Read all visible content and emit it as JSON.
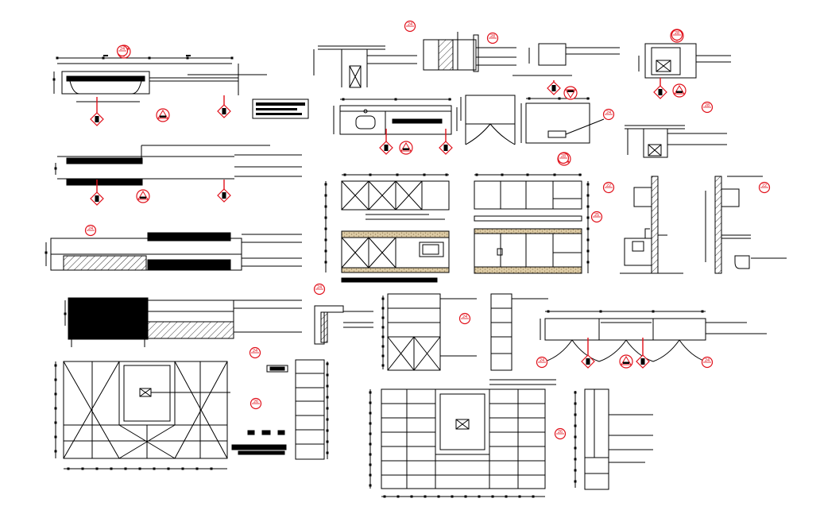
{
  "drawing": {
    "background_color": "#ffffff",
    "line_color": "#000000",
    "callout_color": "#e0101a",
    "countertop_color": "#d8c8a8",
    "callout_labels": [
      "24",
      "28",
      "24",
      "28",
      "28",
      "24",
      "28",
      "24",
      "22",
      "22",
      "24",
      "24",
      "24",
      "24",
      "24",
      "26",
      "26",
      "25"
    ]
  }
}
